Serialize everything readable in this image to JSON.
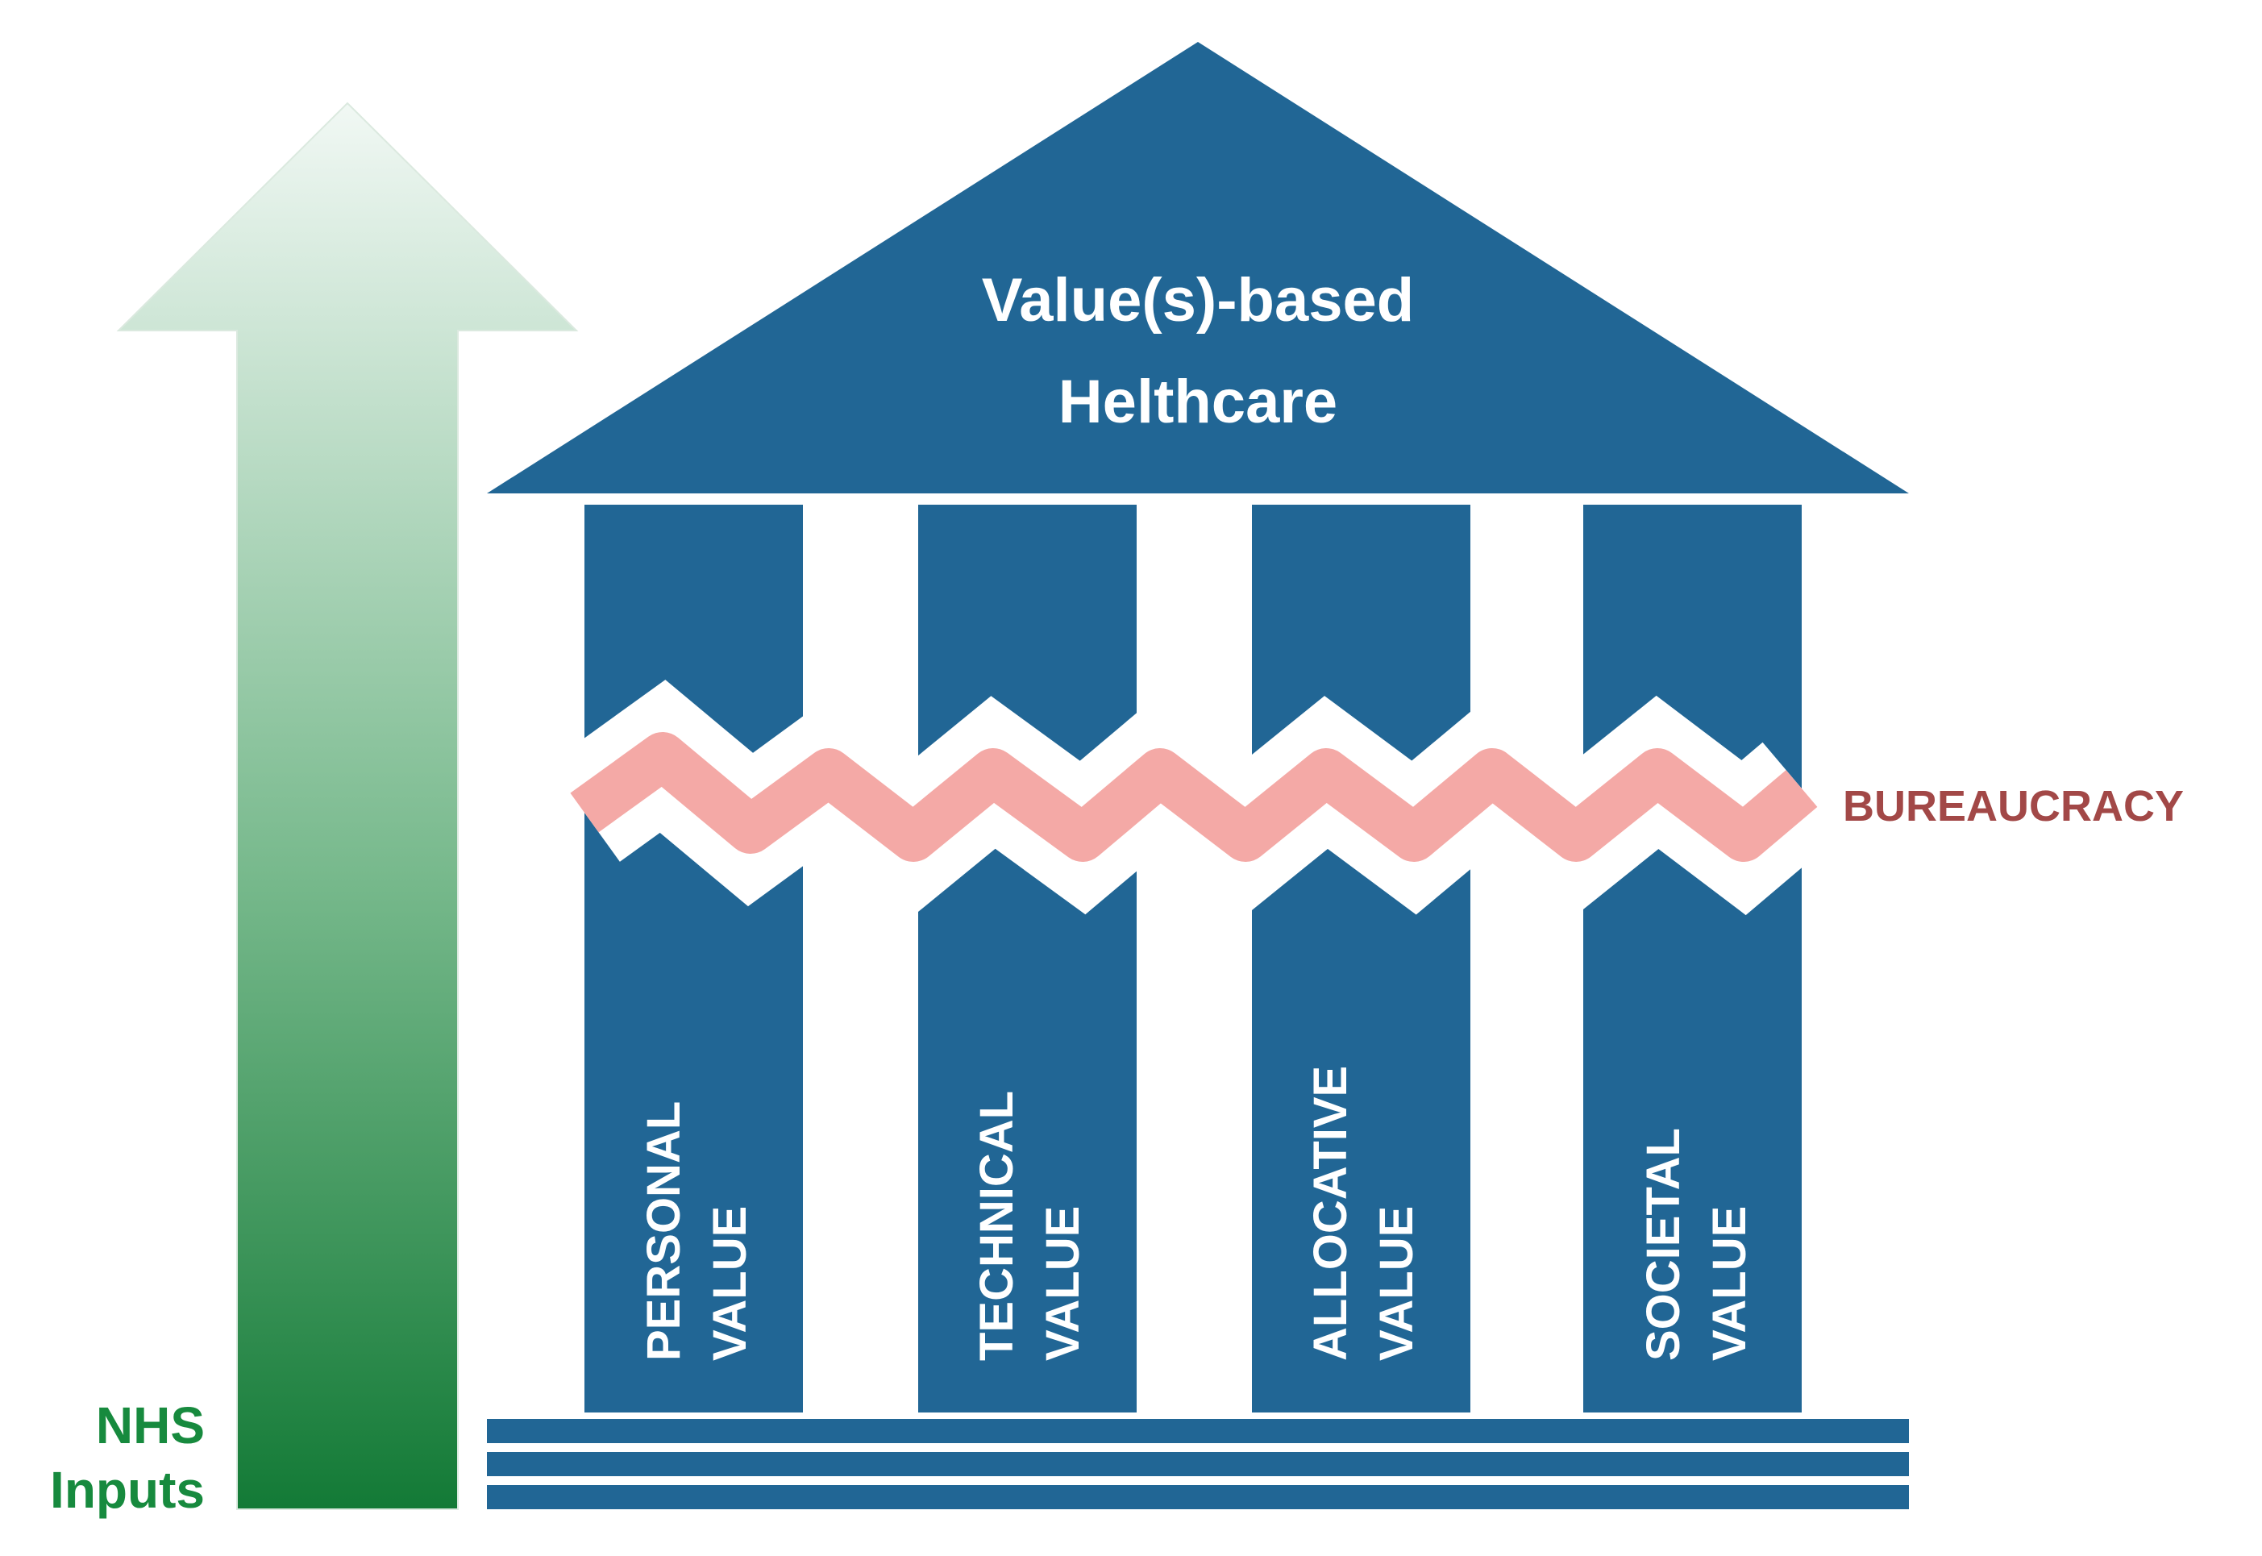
{
  "roof": {
    "title_line1": "Value(s)-based",
    "title_line2": "Helthcare"
  },
  "pillars": [
    {
      "line1": "PERSONAL",
      "line2": "VALUE"
    },
    {
      "line1": "TECHNICAL",
      "line2": "VALUE"
    },
    {
      "line1": "ALLOCATIVE",
      "line2": "VALUE"
    },
    {
      "line1": "SOCIETAL",
      "line2": "VALUE"
    }
  ],
  "bureaucracy_label": "BUREAUCRACY",
  "inputs": {
    "line1": "NHS",
    "line2": "Inputs"
  },
  "colors": {
    "temple_blue": "#216695",
    "arrow_green": "#137a36",
    "arrow_light": "#eef5f1",
    "bureaucracy_pink": "#f4a9a6",
    "bureaucracy_text": "#a24847",
    "inputs_text": "#178a3e",
    "text_white": "#ffffff"
  }
}
